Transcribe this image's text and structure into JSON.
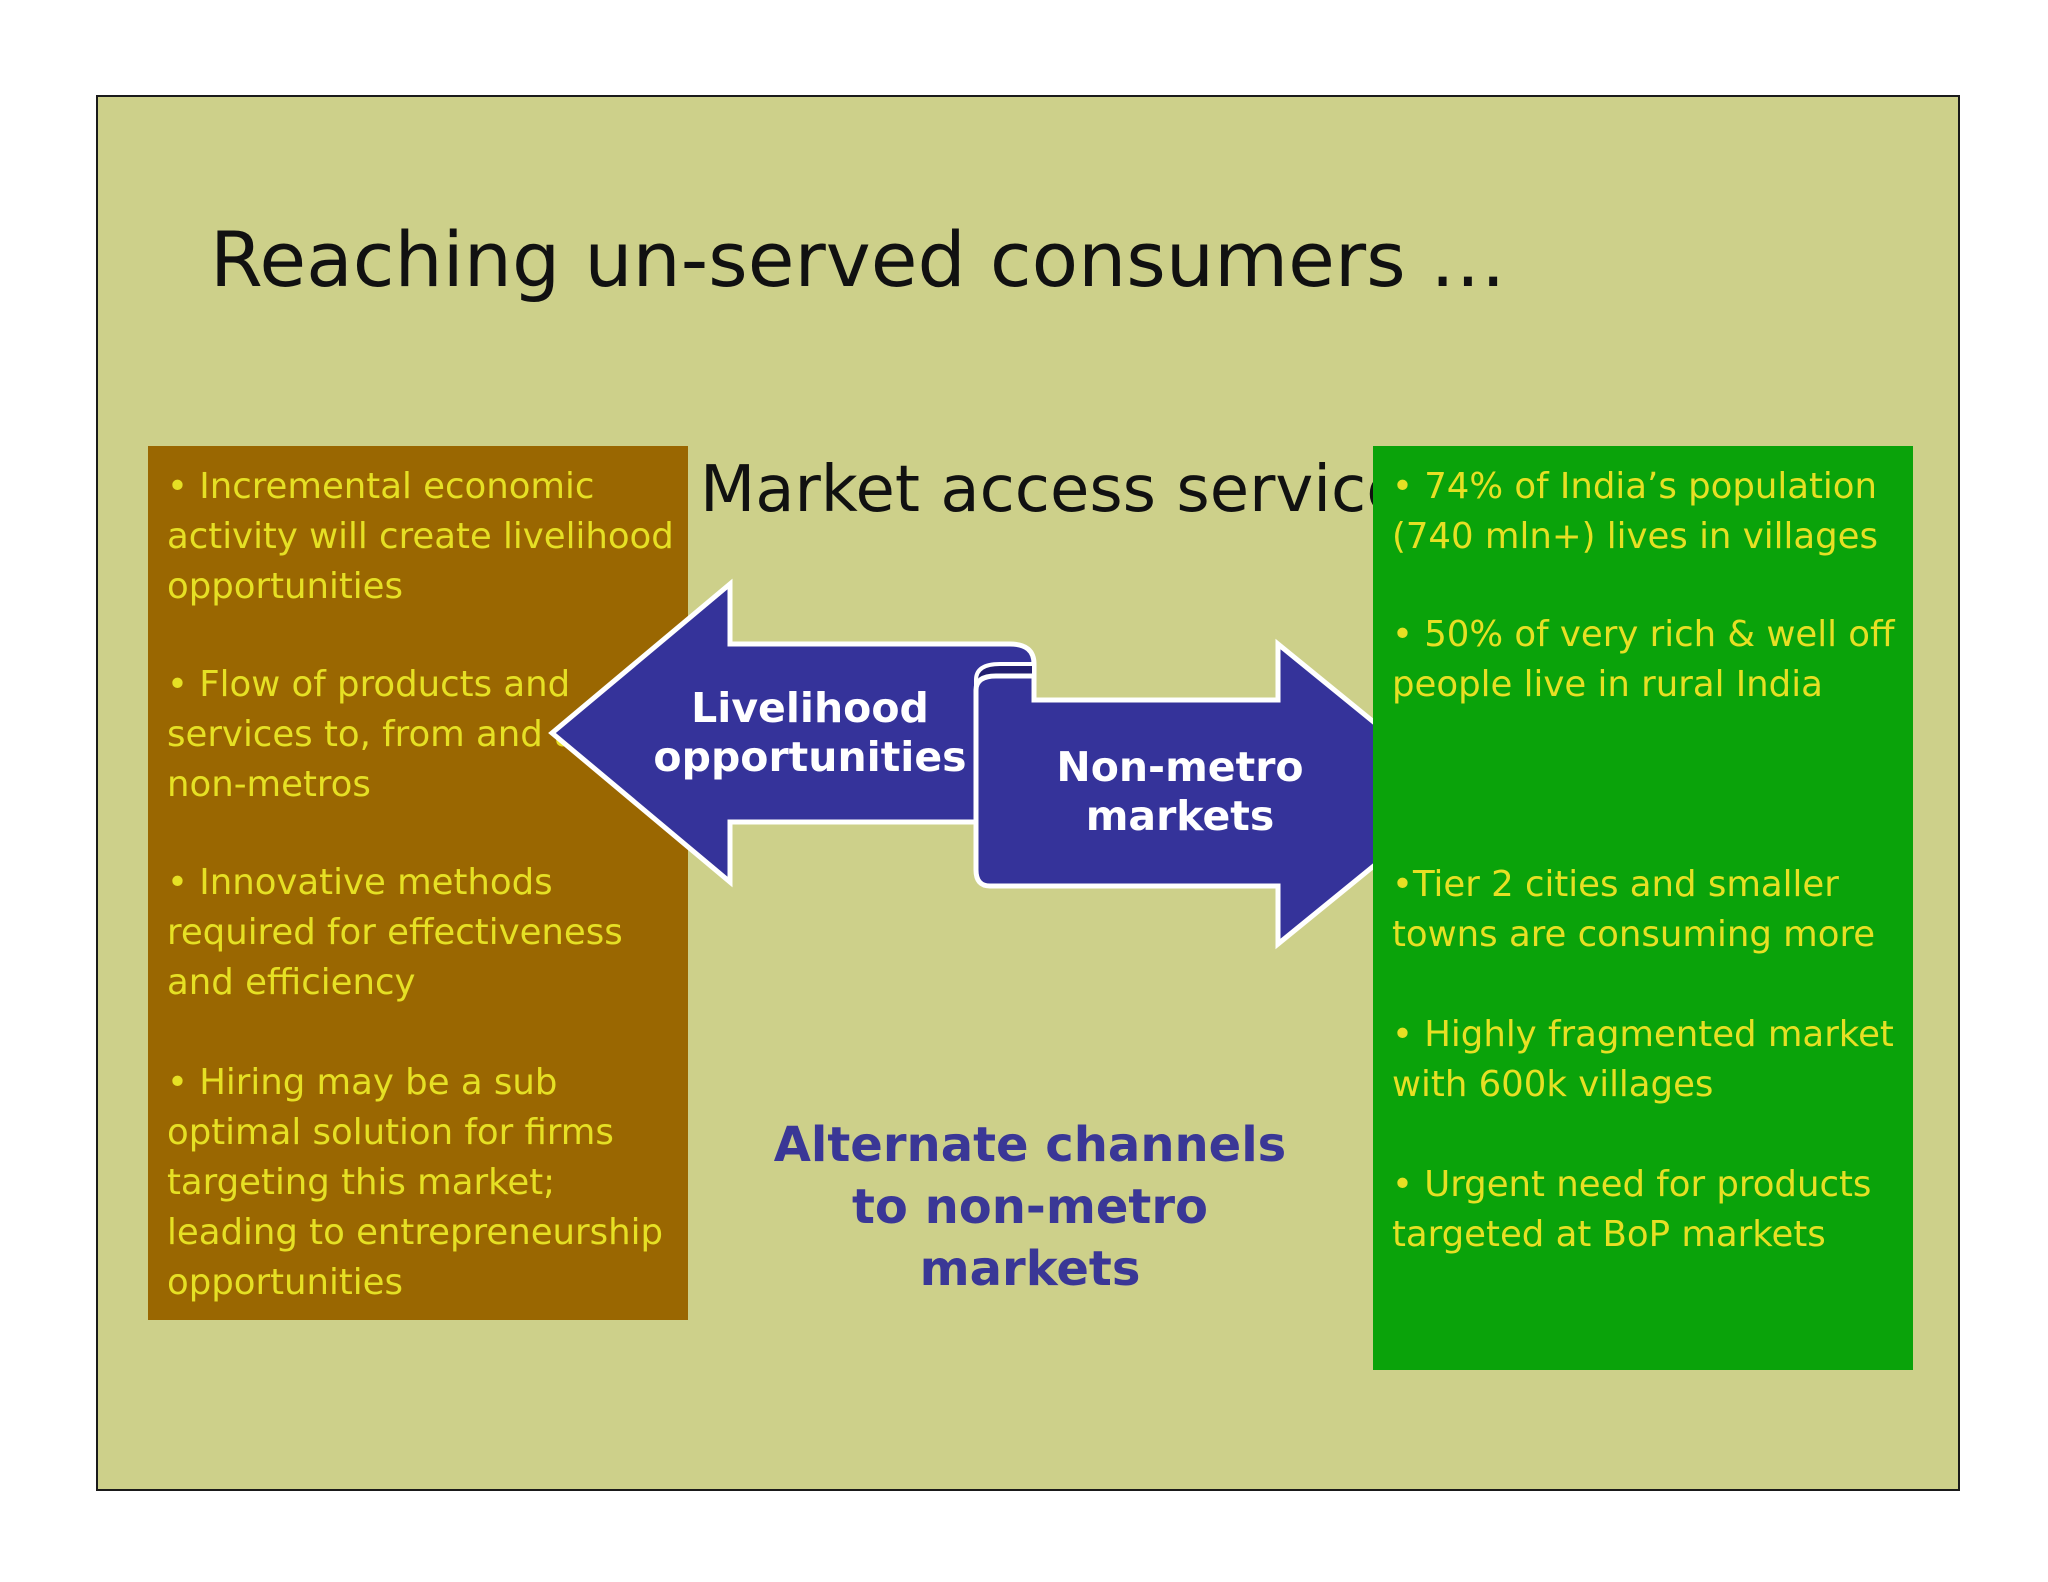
{
  "slide": {
    "title": "Reaching un-served consumers …",
    "center_heading": "Market access  services",
    "left_panel": {
      "items": [
        "• Incremental  economic activity will create livelihood opportunities",
        "• Flow of products and services to, from  and among non-metros",
        "• Innovative methods required for  effectiveness and efficiency",
        "• Hiring may be a sub optimal solution for firms  targeting this market; leading to entrepreneurship opportunities"
      ]
    },
    "right_panel": {
      "items": [
        "• 74% of India’s population (740 mln+)  lives in villages",
        "• 50% of very  rich & well off people live in rural India",
        "•Tier 2 cities and smaller towns are consuming more",
        "• Highly fragmented  market with 600k villages",
        "•  Urgent need for products targeted  at  BoP markets"
      ]
    },
    "arrow_left_label": "Livelihood opportunities",
    "arrow_right_label": "Non-metro markets",
    "bottom_label": "Alternate channels to non-metro markets"
  },
  "colors": {
    "slide_background": "#cdd08a",
    "left_panel": "#9a6701",
    "right_panel": "#0aa30a",
    "panel_text": "#e6e024",
    "arrow_fill": "#35339a",
    "arrow_label": "#ffffff",
    "bottom_label": "#3a3796"
  }
}
